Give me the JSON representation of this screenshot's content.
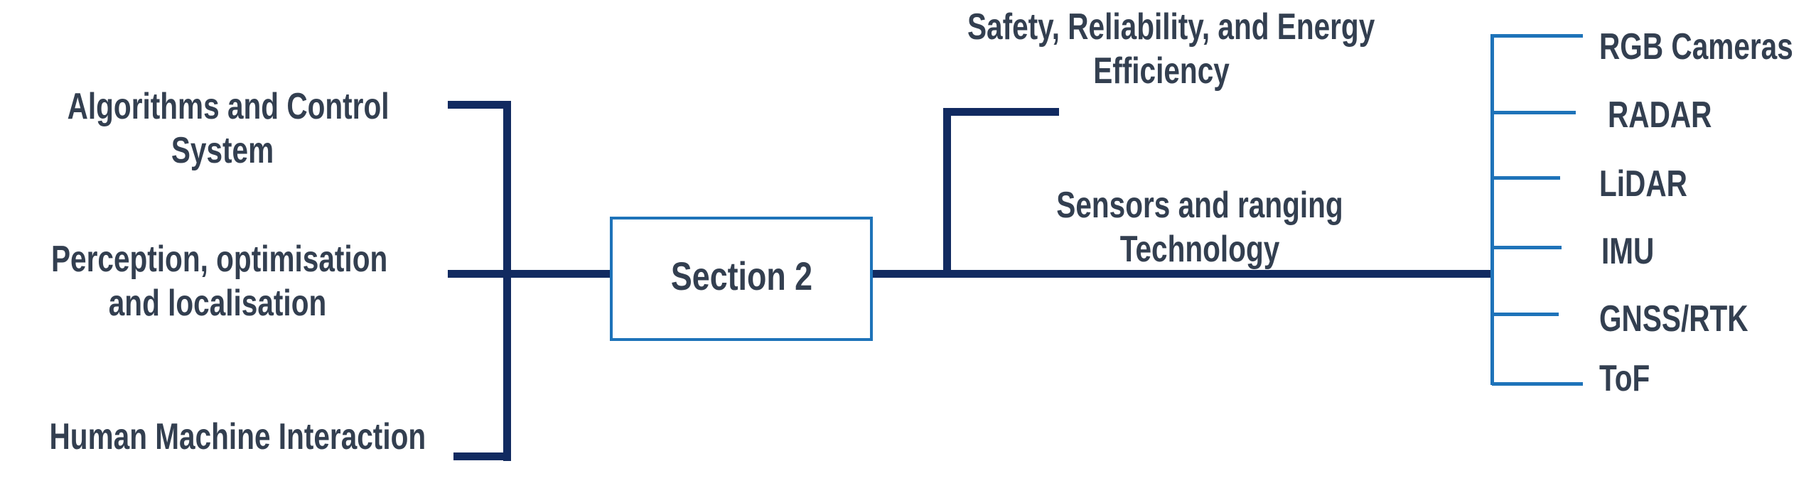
{
  "diagram": {
    "node": {
      "label": "Section 2"
    },
    "left": {
      "items": [
        {
          "label": "Algorithms and Control System",
          "lines": [
            "Algorithms and Control",
            "System"
          ]
        },
        {
          "label": "Perception, optimisation and localisation",
          "lines": [
            "Perception, optimisation",
            "and localisation"
          ]
        },
        {
          "label": "Human Machine Interaction",
          "lines": [
            "Human Machine Interaction"
          ]
        }
      ]
    },
    "right": {
      "branches": [
        {
          "label": "Safety, Reliability, and Energy Efficiency",
          "lines": [
            "Safety, Reliability, and Energy",
            "Efficiency"
          ]
        },
        {
          "label": "Sensors and ranging Technology",
          "lines": [
            "Sensors and ranging",
            "Technology"
          ]
        }
      ],
      "sensors": [
        "RGB Cameras",
        "RADAR",
        "LiDAR",
        "IMU",
        "GNSS/RTK",
        "ToF"
      ]
    },
    "colors": {
      "line_dark": "#112A60",
      "line_blue": "#1E73B9",
      "text": "#333F50",
      "node_border": "#1E73B9"
    }
  }
}
